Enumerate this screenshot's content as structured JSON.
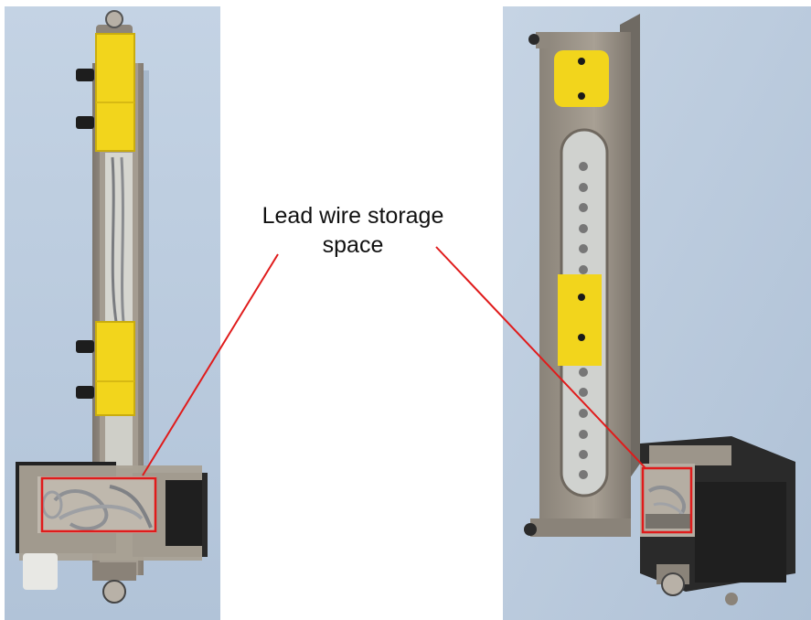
{
  "callout": {
    "line1": "Lead wire storage",
    "line2": "space"
  },
  "photos": [
    {
      "id": "left",
      "subject": "product photo, end view of a slim metal bracket with yellow blocks and wiring"
    },
    {
      "id": "right",
      "subject": "product photo, side view of a slotted metal bracket with yellow blocks and wiring"
    }
  ],
  "colors": {
    "highlight": "#e01b1b",
    "leader_line": "#e01b1b",
    "background_photo": "#b9c9dc",
    "metal": "#9a9186",
    "block_yellow": "#f2d51c"
  }
}
